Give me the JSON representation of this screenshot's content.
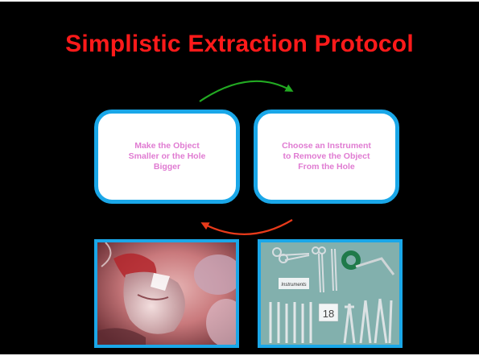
{
  "slide": {
    "title": "Simplistic Extraction Protocol",
    "box1_text": "Make the Object\nSmaller or the Hole\nBigger",
    "box2_text": "Choose an Instrument\nto Remove the Object\nFrom the Hole",
    "photo2_label": "Instruments",
    "photo2_number": "18"
  },
  "colors": {
    "background": "#000000",
    "title": "#ff1a1a",
    "box_border": "#1aa7e8",
    "box_text": "#e07bd2",
    "arrow_top": "#22aa22",
    "arrow_bottom": "#e83a1a"
  }
}
